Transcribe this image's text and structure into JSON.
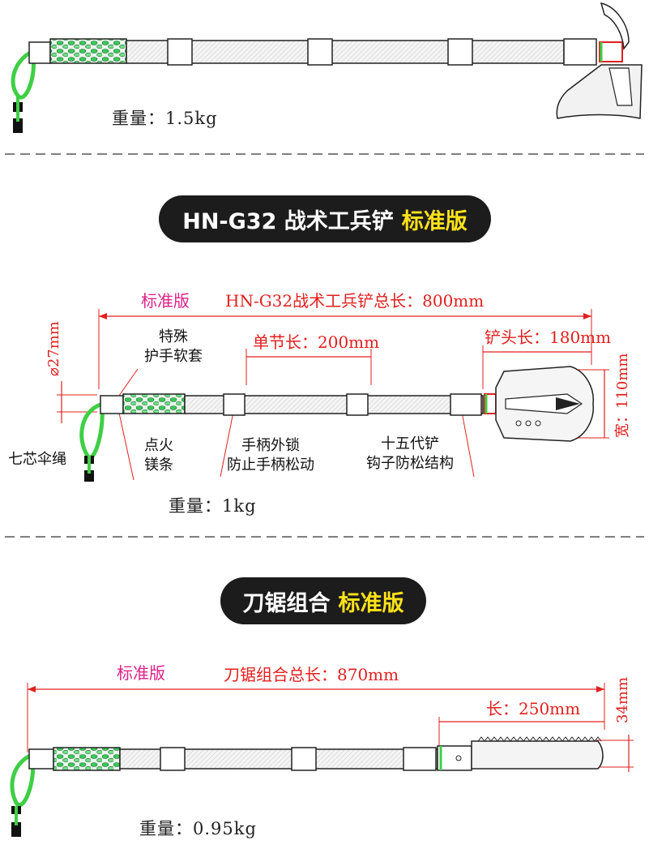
{
  "sections": [
    {
      "weight": "重量：1.5kg"
    },
    {
      "heading": "HN-G32 战术工兵铲",
      "heading_highlight": "标准版",
      "version_label": "标准版",
      "total_length_label": "HN-G32战术工兵铲总长：800mm",
      "diameter_label": "⌀27mm",
      "segment_length_label": "单节长：200mm",
      "head_length_label": "铲头长：180mm",
      "width_label": "宽：110mm",
      "grip_note": [
        "特殊",
        "护手软套"
      ],
      "ignite_note": [
        "点火",
        "镁条"
      ],
      "lock_note": [
        "手柄外锁",
        "防止手柄松动"
      ],
      "shovel_note": [
        "十五代铲",
        "钩子防松结构"
      ],
      "rope_label": "七芯伞绳",
      "weight": "重量：1kg"
    },
    {
      "heading": "刀锯组合",
      "heading_highlight": "标准版",
      "version_label": "标准版",
      "total_length_label": "刀锯组合总长：870mm",
      "length_label": "长：250mm",
      "height_label": "34mm",
      "weight": "重量：0.95kg"
    }
  ],
  "colors": {
    "pill_bg": "#1c1c1c",
    "highlight": "#ffe21a",
    "pink": "#e0218a",
    "red": "#e0201e",
    "grip_green": "#4cd964"
  }
}
